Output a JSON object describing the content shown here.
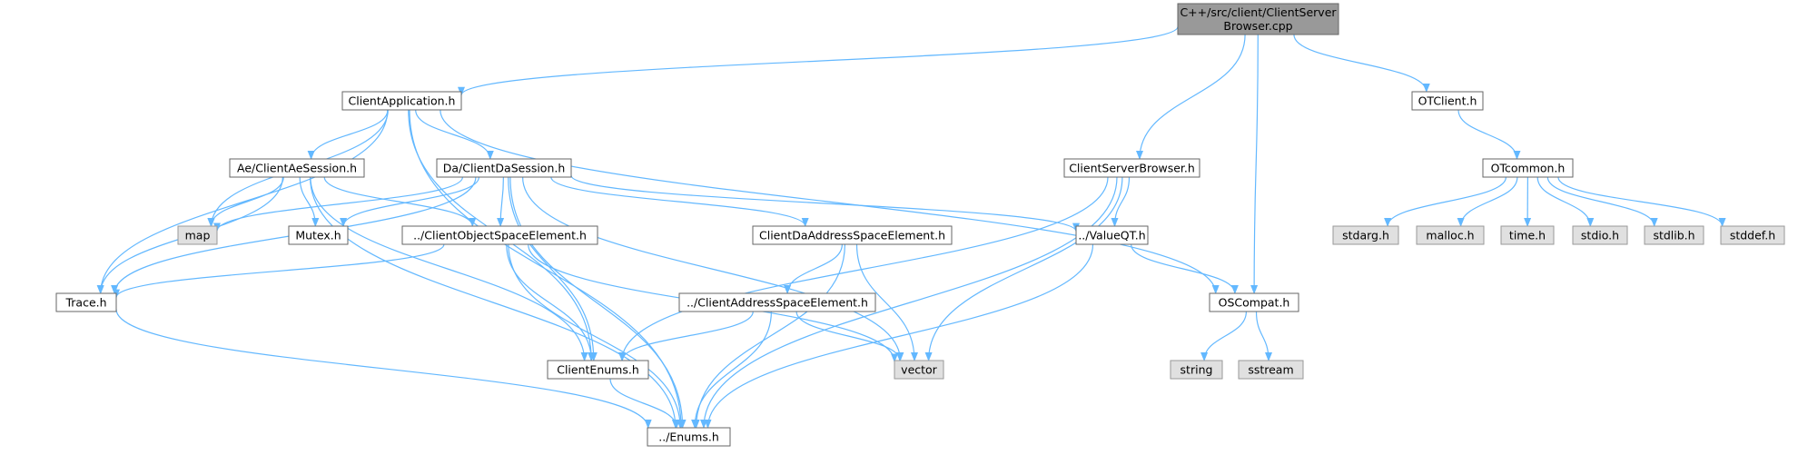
{
  "diagram": {
    "colors": {
      "edge": "#63B8FF",
      "node_fill": "#FFFFFF",
      "node_border": "#666666",
      "root_fill": "#999999",
      "root_border": "#666666",
      "external_fill": "#E0E0E0",
      "external_border": "#999999",
      "text": "#000000"
    },
    "nodes": [
      {
        "id": "root",
        "lines": [
          "C++/src/client/ClientServer",
          "Browser.cpp"
        ],
        "kind": "root"
      },
      {
        "id": "clientapp",
        "lines": [
          "ClientApplication.h"
        ],
        "kind": "file"
      },
      {
        "id": "otclient",
        "lines": [
          "OTClient.h"
        ],
        "kind": "file"
      },
      {
        "id": "clientserverbrowser",
        "lines": [
          "ClientServerBrowser.h"
        ],
        "kind": "file"
      },
      {
        "id": "otcommon",
        "lines": [
          "OTcommon.h"
        ],
        "kind": "file"
      },
      {
        "id": "aesession",
        "lines": [
          "Ae/ClientAeSession.h"
        ],
        "kind": "file"
      },
      {
        "id": "dasession",
        "lines": [
          "Da/ClientDaSession.h"
        ],
        "kind": "file"
      },
      {
        "id": "map",
        "lines": [
          "map"
        ],
        "kind": "external"
      },
      {
        "id": "mutex",
        "lines": [
          "Mutex.h"
        ],
        "kind": "file"
      },
      {
        "id": "objspace",
        "lines": [
          "../ClientObjectSpaceElement.h"
        ],
        "kind": "file"
      },
      {
        "id": "daaddr",
        "lines": [
          "ClientDaAddressSpaceElement.h"
        ],
        "kind": "file"
      },
      {
        "id": "valueqt",
        "lines": [
          "../ValueQT.h"
        ],
        "kind": "file"
      },
      {
        "id": "stdarg",
        "lines": [
          "stdarg.h"
        ],
        "kind": "external"
      },
      {
        "id": "malloc",
        "lines": [
          "malloc.h"
        ],
        "kind": "external"
      },
      {
        "id": "time",
        "lines": [
          "time.h"
        ],
        "kind": "external"
      },
      {
        "id": "stdio",
        "lines": [
          "stdio.h"
        ],
        "kind": "external"
      },
      {
        "id": "stdlib",
        "lines": [
          "stdlib.h"
        ],
        "kind": "external"
      },
      {
        "id": "stddef",
        "lines": [
          "stddef.h"
        ],
        "kind": "external"
      },
      {
        "id": "trace",
        "lines": [
          "Trace.h"
        ],
        "kind": "file"
      },
      {
        "id": "addrspace",
        "lines": [
          "../ClientAddressSpaceElement.h"
        ],
        "kind": "file"
      },
      {
        "id": "oscompat",
        "lines": [
          "OSCompat.h"
        ],
        "kind": "file"
      },
      {
        "id": "clientenums",
        "lines": [
          "ClientEnums.h"
        ],
        "kind": "file"
      },
      {
        "id": "vector",
        "lines": [
          "vector"
        ],
        "kind": "external"
      },
      {
        "id": "string",
        "lines": [
          "string"
        ],
        "kind": "external"
      },
      {
        "id": "sstream",
        "lines": [
          "sstream"
        ],
        "kind": "external"
      },
      {
        "id": "enums",
        "lines": [
          "../Enums.h"
        ],
        "kind": "file"
      }
    ],
    "edges": [
      [
        "root",
        "clientapp"
      ],
      [
        "root",
        "clientserverbrowser"
      ],
      [
        "root",
        "oscompat"
      ],
      [
        "root",
        "otclient"
      ],
      [
        "clientapp",
        "aesession"
      ],
      [
        "clientapp",
        "dasession"
      ],
      [
        "clientapp",
        "map"
      ],
      [
        "clientapp",
        "trace"
      ],
      [
        "clientapp",
        "clientenums"
      ],
      [
        "clientapp",
        "oscompat"
      ],
      [
        "clientapp",
        "enums"
      ],
      [
        "aesession",
        "map"
      ],
      [
        "aesession",
        "mutex"
      ],
      [
        "aesession",
        "objspace"
      ],
      [
        "aesession",
        "trace"
      ],
      [
        "aesession",
        "clientenums"
      ],
      [
        "aesession",
        "enums"
      ],
      [
        "dasession",
        "map"
      ],
      [
        "dasession",
        "mutex"
      ],
      [
        "dasession",
        "objspace"
      ],
      [
        "dasession",
        "daaddr"
      ],
      [
        "dasession",
        "valueqt"
      ],
      [
        "dasession",
        "trace"
      ],
      [
        "dasession",
        "clientenums"
      ],
      [
        "dasession",
        "vector"
      ],
      [
        "dasession",
        "enums"
      ],
      [
        "objspace",
        "trace"
      ],
      [
        "objspace",
        "clientenums"
      ],
      [
        "objspace",
        "vector"
      ],
      [
        "objspace",
        "enums"
      ],
      [
        "daaddr",
        "addrspace"
      ],
      [
        "daaddr",
        "vector"
      ],
      [
        "daaddr",
        "enums"
      ],
      [
        "addrspace",
        "clientenums"
      ],
      [
        "addrspace",
        "vector"
      ],
      [
        "addrspace",
        "enums"
      ],
      [
        "clientserverbrowser",
        "valueqt"
      ],
      [
        "clientserverbrowser",
        "clientenums"
      ],
      [
        "clientserverbrowser",
        "vector"
      ],
      [
        "clientserverbrowser",
        "enums"
      ],
      [
        "valueqt",
        "oscompat"
      ],
      [
        "valueqt",
        "enums"
      ],
      [
        "oscompat",
        "string"
      ],
      [
        "oscompat",
        "sstream"
      ],
      [
        "trace",
        "enums"
      ],
      [
        "clientenums",
        "enums"
      ],
      [
        "otclient",
        "otcommon"
      ],
      [
        "otcommon",
        "stdarg"
      ],
      [
        "otcommon",
        "malloc"
      ],
      [
        "otcommon",
        "time"
      ],
      [
        "otcommon",
        "stdio"
      ],
      [
        "otcommon",
        "stdlib"
      ],
      [
        "otcommon",
        "stddef"
      ]
    ]
  }
}
